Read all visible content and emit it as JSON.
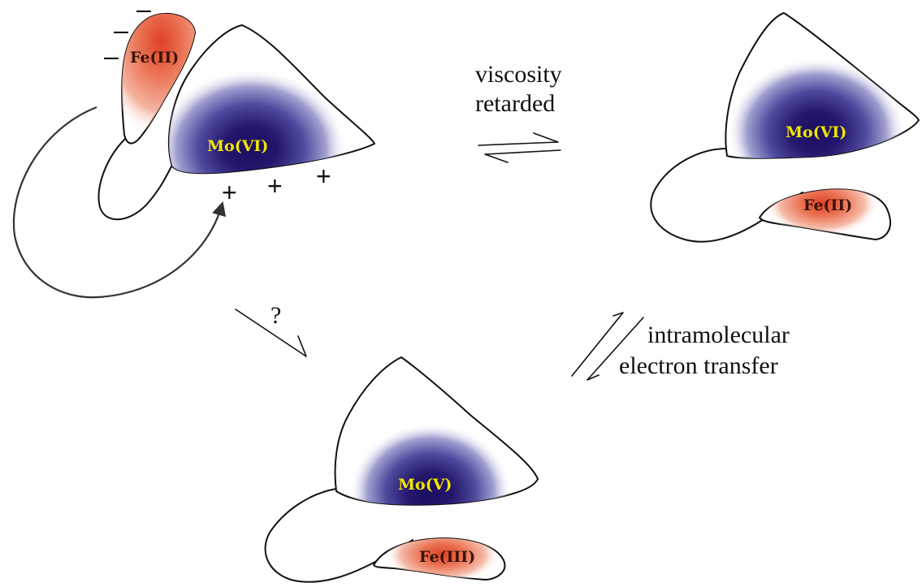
{
  "labels": {
    "fe_top_left": "Fe(II)",
    "mo_top_left": "Mo(VI)",
    "mo_top_right": "Mo(VI)",
    "fe_top_right": "Fe(II)",
    "mo_bottom": "Mo(V)",
    "fe_bottom": "Fe(III)"
  },
  "captions": {
    "viscosity_line1": "viscosity",
    "viscosity_line2": "retarded",
    "question": "?",
    "electron_line1": "intramolecular",
    "electron_line2": "electron transfer"
  },
  "charges": {
    "negative": [
      "–",
      "–",
      "–"
    ],
    "positive": [
      "+",
      "+",
      "+"
    ]
  },
  "colors": {
    "mo_center": "#1a0d5e",
    "mo_mid": "#5b5ba8",
    "fe_center": "#e0482b",
    "fe_mid": "#f3a48e",
    "mo_text": "#f2e600",
    "fe_text": "#3a1308"
  },
  "icons": {
    "equilibrium_top": "equilibrium-arrows-icon",
    "equilibrium_right": "equilibrium-arrows-icon",
    "question_arrow": "arrow-icon",
    "curved_arrow": "curved-arrow-icon"
  }
}
